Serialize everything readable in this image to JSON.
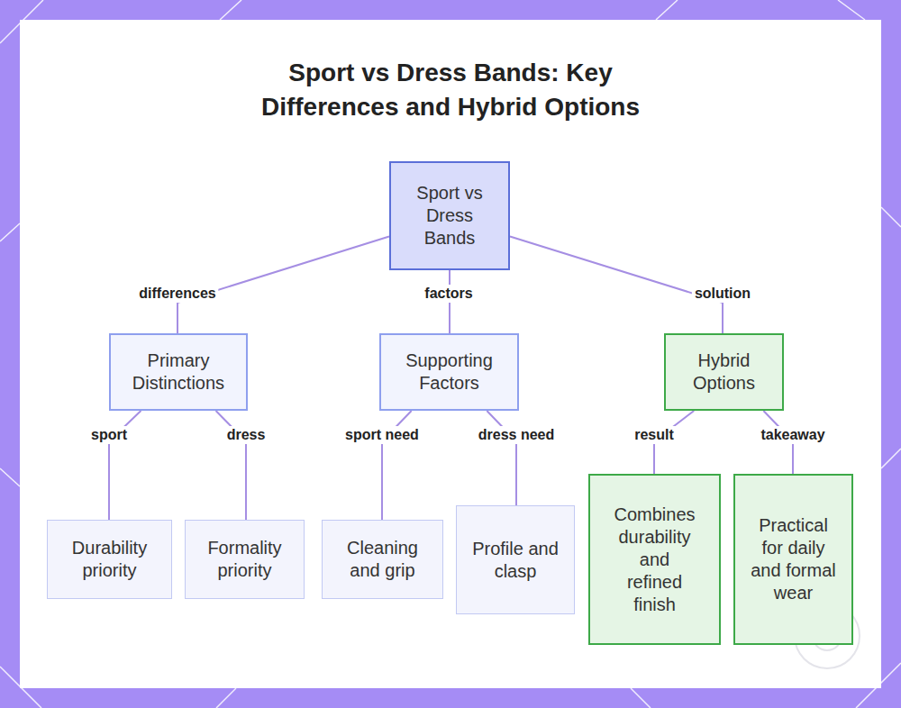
{
  "diagram": {
    "title": "Sport vs Dress Bands: Key Differences and Hybrid Options",
    "nodes": [
      {
        "text": [
          "Sport vs Dress Bands"
        ]
      },
      {
        "text": [
          "Primary Distinctions"
        ]
      },
      {
        "text": [
          "Supporting Factors"
        ]
      },
      {
        "text": [
          "Hybrid Options"
        ]
      },
      {
        "text": [
          "Durability priority"
        ]
      },
      {
        "text": [
          "Formality priority"
        ]
      },
      {
        "text": [
          "Cleaning and grip"
        ]
      },
      {
        "text": [
          "Profile and clasp"
        ]
      },
      {
        "text": [
          "Combines durability and refined finish"
        ]
      },
      {
        "text": [
          "Practical for daily and formal wear"
        ]
      }
    ],
    "edges": [
      {
        "from": 0,
        "to": 1,
        "label": "differences",
        "arrow": "none"
      },
      {
        "from": 0,
        "to": 2,
        "label": "factors",
        "arrow": "none"
      },
      {
        "from": 0,
        "to": 3,
        "label": "solution",
        "arrow": "none"
      },
      {
        "from": 1,
        "to": 4,
        "label": "sport",
        "arrow": "none"
      },
      {
        "from": 1,
        "to": 5,
        "label": "dress",
        "arrow": "none"
      },
      {
        "from": 2,
        "to": 6,
        "label": "sport need",
        "arrow": "none"
      },
      {
        "from": 2,
        "to": 7,
        "label": "dress need",
        "arrow": "none"
      },
      {
        "from": 3,
        "to": 8,
        "label": "result",
        "arrow": "none"
      },
      {
        "from": 3,
        "to": 9,
        "label": "takeaway",
        "arrow": "none"
      }
    ]
  }
}
